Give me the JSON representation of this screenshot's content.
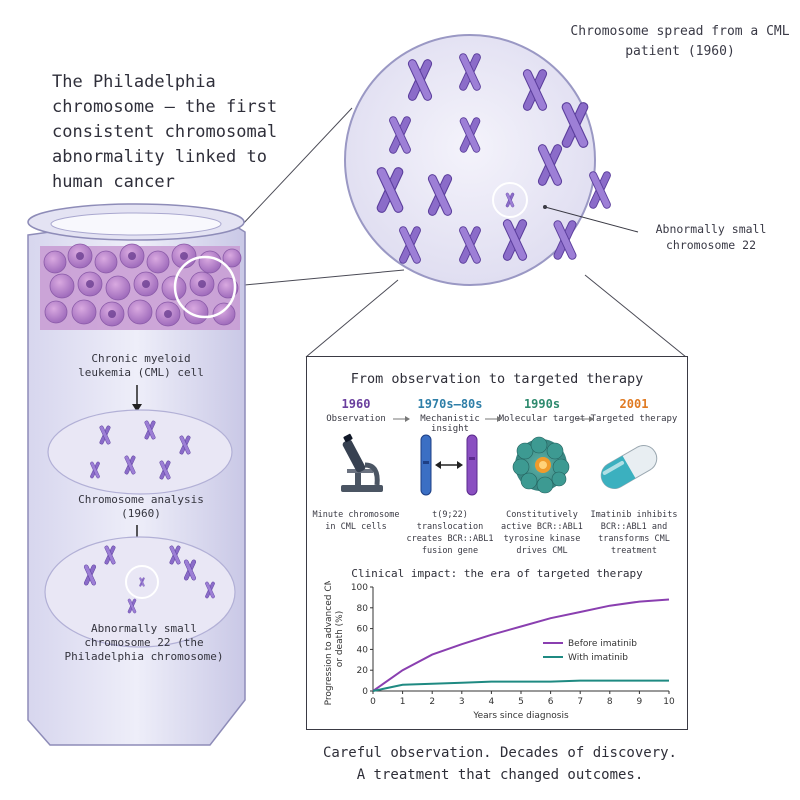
{
  "title": "The Philadelphia chromosome — the first consistent chromosomal abnormality linked to human cancer",
  "spread_caption": "Chromosome spread from a CML patient (1960)",
  "small_chromosome_label": "Abnormally small chromosome 22",
  "steps": [
    "Chronic myeloid leukemia (CML) cell",
    "Chromosome analysis (1960)",
    "Abnormally small chromosome 22 (the Philadelphia chromosome)"
  ],
  "panel_title": "From observation to targeted therapy",
  "timeline": [
    {
      "year": "1960",
      "phase": "Observation",
      "desc": "Minute chromosome in CML cells",
      "color": "#6a3f9e",
      "icon": "microscope-icon"
    },
    {
      "year": "1970s–80s",
      "phase": "Mechanistic insight",
      "desc": "t(9;22) translocation creates BCR::ABL1 fusion gene",
      "color": "#2f7fa8",
      "icon": "translocation-icon"
    },
    {
      "year": "1990s",
      "phase": "Molecular target",
      "desc": "Constitutively active BCR::ABL1 tyrosine kinase drives CML",
      "color": "#2e8a6e",
      "icon": "protein-icon"
    },
    {
      "year": "2001",
      "phase": "Targeted therapy",
      "desc": "Imatinib inhibits BCR::ABL1 and transforms CML treatment",
      "color": "#e07a22",
      "icon": "capsule-icon"
    }
  ],
  "clinical_title": "Clinical impact: the era of targeted therapy",
  "chart_data": {
    "type": "line",
    "xlabel": "Years since diagnosis",
    "ylabel": "Progression to advanced CML or death (%)",
    "x": [
      0,
      1,
      2,
      3,
      4,
      5,
      6,
      7,
      8,
      9,
      10
    ],
    "xlim": [
      0,
      10
    ],
    "ylim": [
      0,
      100
    ],
    "yticks": [
      0,
      20,
      40,
      60,
      80,
      100
    ],
    "series": [
      {
        "name": "Before imatinib",
        "color": "#8a3fb0",
        "values": [
          0,
          20,
          35,
          45,
          54,
          62,
          70,
          76,
          82,
          86,
          88
        ]
      },
      {
        "name": "With imatinib",
        "color": "#1f8a82",
        "values": [
          0,
          6,
          7,
          8,
          9,
          9,
          9,
          10,
          10,
          10,
          10
        ]
      }
    ],
    "legend_position": "right"
  },
  "footer": [
    "Careful observation. Decades of discovery.",
    "A treatment that changed outcomes."
  ]
}
